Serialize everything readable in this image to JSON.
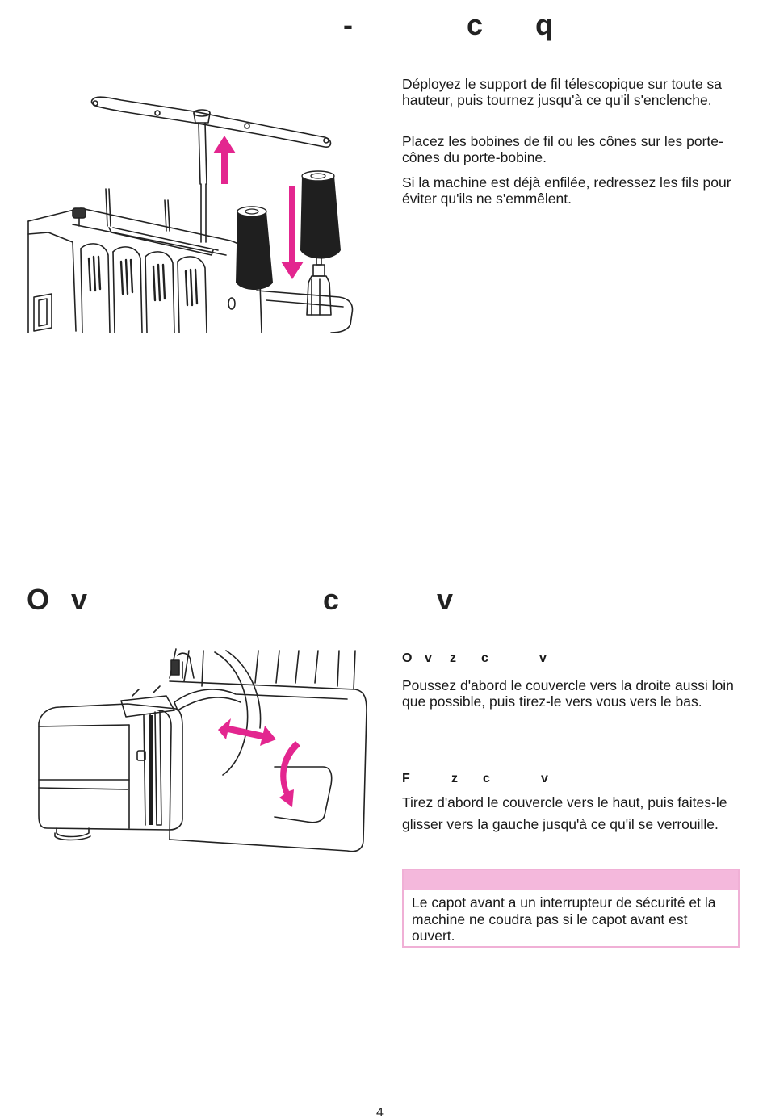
{
  "section1": {
    "title_glyphs": [
      "-",
      "c",
      "q"
    ],
    "paragraphs": [
      "Déployez le support de fil télescopique sur toute sa hauteur, puis tournez jusqu'à ce qu'il s'enclenche.",
      "Placez les bobines de fil ou les cônes sur les porte-cônes du porte-bobine.",
      "Si la machine est déjà enfilée, redressez les fils pour éviter qu'ils ne s'emmêlent."
    ]
  },
  "section2": {
    "title_glyphs": [
      "O",
      "v",
      "c",
      "v"
    ],
    "open": {
      "heading_glyphs": [
        "O",
        "v",
        "z",
        "c",
        "v"
      ],
      "text": "Poussez d'abord le couvercle vers la droite aussi loin que possible, puis tirez-le vers vous vers le bas."
    },
    "close": {
      "heading_glyphs": [
        "F",
        "z",
        "c",
        "v"
      ],
      "text": "Tirez d'abord le couvercle vers le haut, puis faites-le glisser vers la gauche jusqu'à ce qu'il se verrouille."
    },
    "note": {
      "text": "Le capot avant a un interrupteur de sécurité et la machine ne coudra pas si le capot avant est ouvert."
    }
  },
  "page_number": "4",
  "colors": {
    "accent": "#e3268f",
    "note_header": "#f4b8dc",
    "note_border": "#f0b0d6",
    "ink": "#1a1a1a"
  }
}
